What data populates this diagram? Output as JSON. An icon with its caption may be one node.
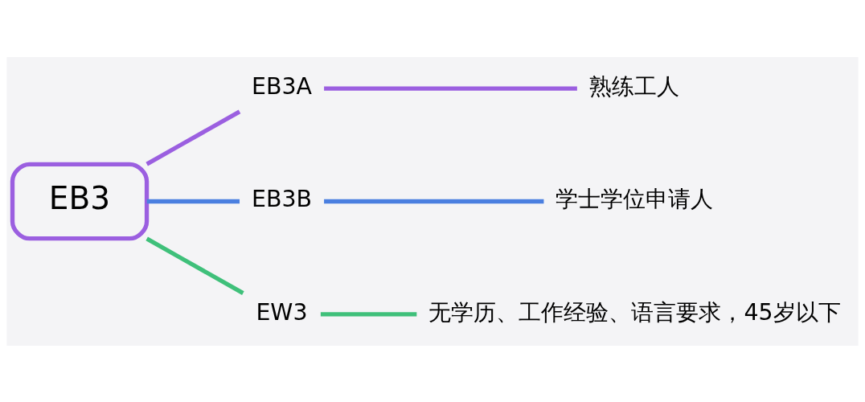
{
  "diagram": {
    "nodes": [
      {
        "text": [
          "EB3"
        ]
      },
      {
        "text": [
          "EB3A"
        ]
      },
      {
        "text": [
          "EB3B"
        ]
      },
      {
        "text": [
          "EW3"
        ]
      },
      {
        "text": [
          "熟练工人"
        ]
      },
      {
        "text": [
          "学士学位申请人"
        ]
      },
      {
        "text": [
          "无学历、工作经验、语言要求，45岁以下"
        ]
      }
    ],
    "edges": [
      {
        "from": 0,
        "to": 1,
        "arrow": "none",
        "color": "#9b5fe0"
      },
      {
        "from": 0,
        "to": 2,
        "arrow": "none",
        "color": "#4a7fe0"
      },
      {
        "from": 0,
        "to": 3,
        "arrow": "none",
        "color": "#3fc07a"
      },
      {
        "from": 1,
        "to": 4,
        "arrow": "none",
        "color": "#9b5fe0"
      },
      {
        "from": 2,
        "to": 5,
        "arrow": "none",
        "color": "#4a7fe0"
      },
      {
        "from": 3,
        "to": 6,
        "arrow": "none",
        "color": "#3fc07a"
      }
    ]
  }
}
